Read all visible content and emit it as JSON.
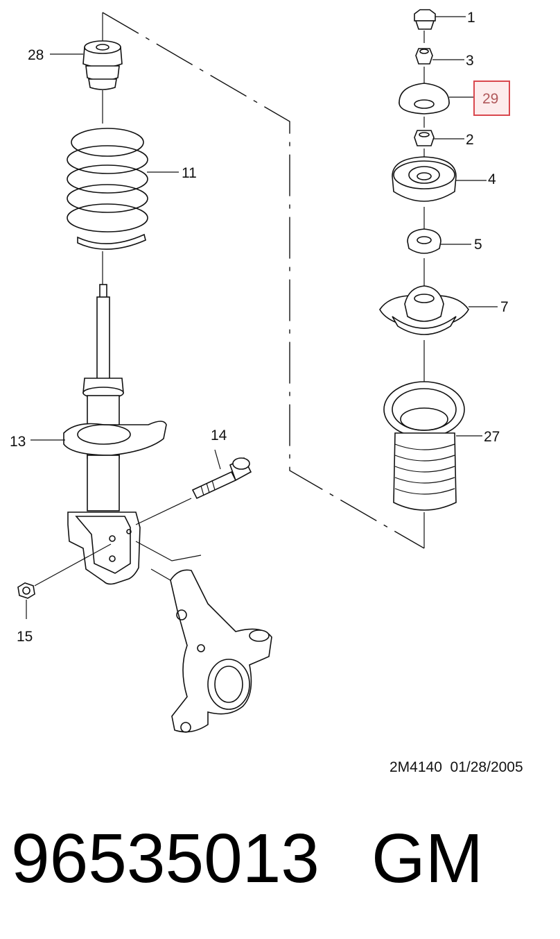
{
  "colors": {
    "highlight_border": "#d9474d",
    "highlight_fill": "#fdecec",
    "highlight_text": "#b0585a"
  },
  "callouts": {
    "c1": "1",
    "c2": "2",
    "c3": "3",
    "c4": "4",
    "c5": "5",
    "c7": "7",
    "c11": "11",
    "c13": "13",
    "c14": "14",
    "c15": "15",
    "c27": "27",
    "c28": "28",
    "c29": "29"
  },
  "highlighted_callout": "29",
  "drawing_reference": "2M4140  01/28/2005",
  "part_number": "96535013",
  "brand": "GM"
}
